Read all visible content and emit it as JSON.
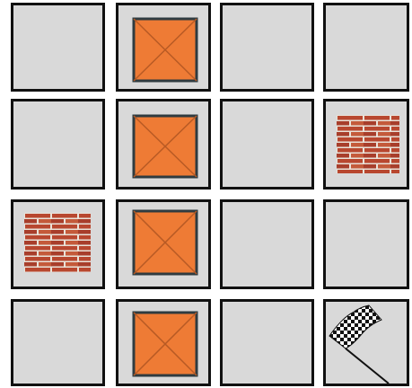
{
  "board": {
    "rows": 4,
    "cols": 4,
    "cells": [
      [
        "empty",
        "crate",
        "empty",
        "empty"
      ],
      [
        "empty",
        "crate",
        "empty",
        "brick-wall"
      ],
      [
        "brick-wall",
        "crate",
        "empty",
        "empty"
      ],
      [
        "empty",
        "crate",
        "empty",
        "goal-flag"
      ]
    ]
  },
  "tiles": {
    "empty": {
      "icon": "empty-tile",
      "color": "#d9d9d9"
    },
    "crate": {
      "icon": "crate-icon",
      "color": "#ee7b35"
    },
    "brick-wall": {
      "icon": "brick-wall-icon",
      "color": "#b8472f"
    },
    "goal-flag": {
      "icon": "checkered-flag-icon",
      "color": "#111111"
    }
  },
  "colors": {
    "tile_background": "#d9d9d9",
    "tile_border": "#111111",
    "crate_fill": "#ee7b35",
    "crate_border": "#2f3b40",
    "brick": "#b8472f",
    "mortar": "#e9e2d8"
  }
}
